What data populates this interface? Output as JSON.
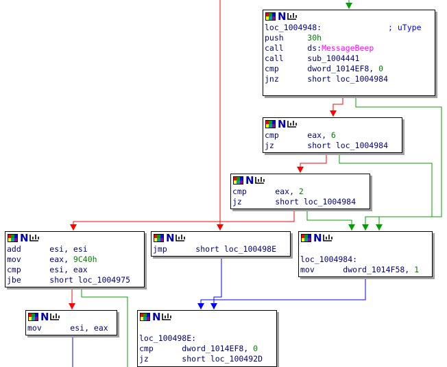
{
  "graph": {
    "nodes": [
      {
        "id": "n1",
        "lines": [
          {
            "label": "loc_1004948:",
            "comment": "; uType"
          },
          {
            "m": "push",
            "ops": [
              {
                "t": "30h",
                "c": "num"
              }
            ]
          },
          {
            "m": "call",
            "ops": [
              {
                "t": "ds:",
                "c": "o"
              },
              {
                "t": "MessageBeep",
                "c": "imp"
              }
            ]
          },
          {
            "m": "call",
            "ops": [
              {
                "t": "sub_1004441",
                "c": "o"
              }
            ]
          },
          {
            "m": "cmp",
            "ops": [
              {
                "t": "dword_1014EF8, ",
                "c": "o"
              },
              {
                "t": "0",
                "c": "num"
              }
            ]
          },
          {
            "m": "jnz",
            "ops": [
              {
                "t": "short loc_1004984",
                "c": "o"
              }
            ]
          }
        ]
      },
      {
        "id": "n2",
        "lines": [
          {
            "m": "cmp",
            "ops": [
              {
                "t": "eax, ",
                "c": "o"
              },
              {
                "t": "6",
                "c": "num"
              }
            ]
          },
          {
            "m": "jz",
            "ops": [
              {
                "t": "short loc_1004984",
                "c": "o"
              }
            ]
          }
        ]
      },
      {
        "id": "n3",
        "lines": [
          {
            "m": "cmp",
            "ops": [
              {
                "t": "eax, ",
                "c": "o"
              },
              {
                "t": "2",
                "c": "num"
              }
            ]
          },
          {
            "m": "jz",
            "ops": [
              {
                "t": "short loc_1004984",
                "c": "o"
              }
            ]
          }
        ]
      },
      {
        "id": "n4",
        "lines": [
          {
            "m": "add",
            "ops": [
              {
                "t": "esi, esi",
                "c": "o"
              }
            ]
          },
          {
            "m": "mov",
            "ops": [
              {
                "t": "eax, ",
                "c": "o"
              },
              {
                "t": "9C40h",
                "c": "num"
              }
            ]
          },
          {
            "m": "cmp",
            "ops": [
              {
                "t": "esi, eax",
                "c": "o"
              }
            ]
          },
          {
            "m": "jbe",
            "ops": [
              {
                "t": "short loc_1004975",
                "c": "o"
              }
            ]
          }
        ]
      },
      {
        "id": "n5",
        "lines": [
          {
            "m": "jmp",
            "ops": [
              {
                "t": "short loc_100498E",
                "c": "o"
              }
            ]
          }
        ]
      },
      {
        "id": "n6",
        "lines": [
          {
            "label": "",
            "comment": ""
          },
          {
            "label": "loc_1004984:",
            "comment": ""
          },
          {
            "m": "mov",
            "ops": [
              {
                "t": "dword_1014F58, ",
                "c": "o"
              },
              {
                "t": "1",
                "c": "num"
              }
            ]
          }
        ]
      },
      {
        "id": "n7",
        "lines": [
          {
            "m": "mov",
            "ops": [
              {
                "t": "esi, eax",
                "c": "o"
              }
            ]
          }
        ]
      },
      {
        "id": "n8",
        "lines": [
          {
            "label": "",
            "comment": ""
          },
          {
            "label": "loc_100498E:",
            "comment": ""
          },
          {
            "m": "cmp",
            "ops": [
              {
                "t": "dword_1014EF8, ",
                "c": "o"
              },
              {
                "t": "0",
                "c": "num"
              }
            ]
          },
          {
            "m": "jz",
            "ops": [
              {
                "t": "short loc_100492D",
                "c": "o"
              }
            ]
          }
        ]
      }
    ],
    "colors": {
      "taken": "#00a000",
      "not_taken": "#ff0000",
      "unconditional": "#0000ff",
      "block_border": "#000000",
      "shadow": "#a0a0a0",
      "mnemonic": "#000080",
      "number": "#008000",
      "import": "#ff00ff",
      "comment": "#0000ff"
    },
    "header_icons": [
      "grid-color-icon",
      "n-icon",
      "graph-icon"
    ]
  }
}
